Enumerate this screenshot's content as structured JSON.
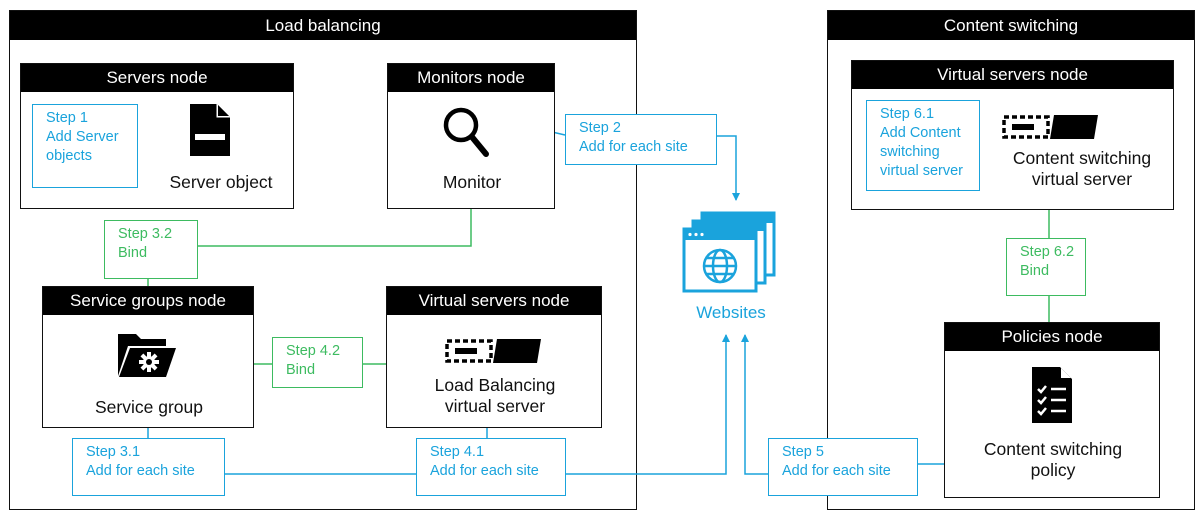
{
  "colors": {
    "blue": "#1aa3dc",
    "green": "#3dbb60",
    "black": "#000000"
  },
  "load_balancing": {
    "title": "Load balancing",
    "servers_node": {
      "title": "Servers node",
      "icon": "server-file-icon",
      "label": "Server object"
    },
    "monitors_node": {
      "title": "Monitors node",
      "icon": "magnifier-icon",
      "label": "Monitor"
    },
    "service_groups_node": {
      "title": "Service groups node",
      "icon": "folder-gear-icon",
      "label": "Service group"
    },
    "virtual_servers_node": {
      "title": "Virtual servers node",
      "icon": "virtual-server-icon",
      "label_line1": "Load Balancing",
      "label_line2": "virtual server"
    }
  },
  "content_switching": {
    "title": "Content switching",
    "virtual_servers_node": {
      "title": "Virtual servers node",
      "icon": "virtual-server-icon",
      "label_line1": "Content switching",
      "label_line2": "virtual server"
    },
    "policies_node": {
      "title": "Policies node",
      "icon": "checklist-document-icon",
      "label_line1": "Content switching",
      "label_line2": "policy"
    }
  },
  "websites": {
    "label": "Websites",
    "icon": "browser-globe-icon"
  },
  "steps": {
    "step1": {
      "line1": "Step 1",
      "line2": "Add Server",
      "line3": "objects"
    },
    "step2": {
      "line1": "Step 2",
      "line2": "Add for each site"
    },
    "step3_1": {
      "line1": "Step 3.1",
      "line2": "Add for each site"
    },
    "step3_2": {
      "line1": "Step 3.2",
      "line2": "Bind"
    },
    "step4_1": {
      "line1": "Step 4.1",
      "line2": "Add for each site"
    },
    "step4_2": {
      "line1": "Step 4.2",
      "line2": "Bind"
    },
    "step5": {
      "line1": "Step 5",
      "line2": "Add for each site"
    },
    "step6_1": {
      "line1": "Step 6.1",
      "line2": "Add Content",
      "line3": "switching",
      "line4": "virtual server"
    },
    "step6_2": {
      "line1": "Step 6.2",
      "line2": "Bind"
    }
  }
}
